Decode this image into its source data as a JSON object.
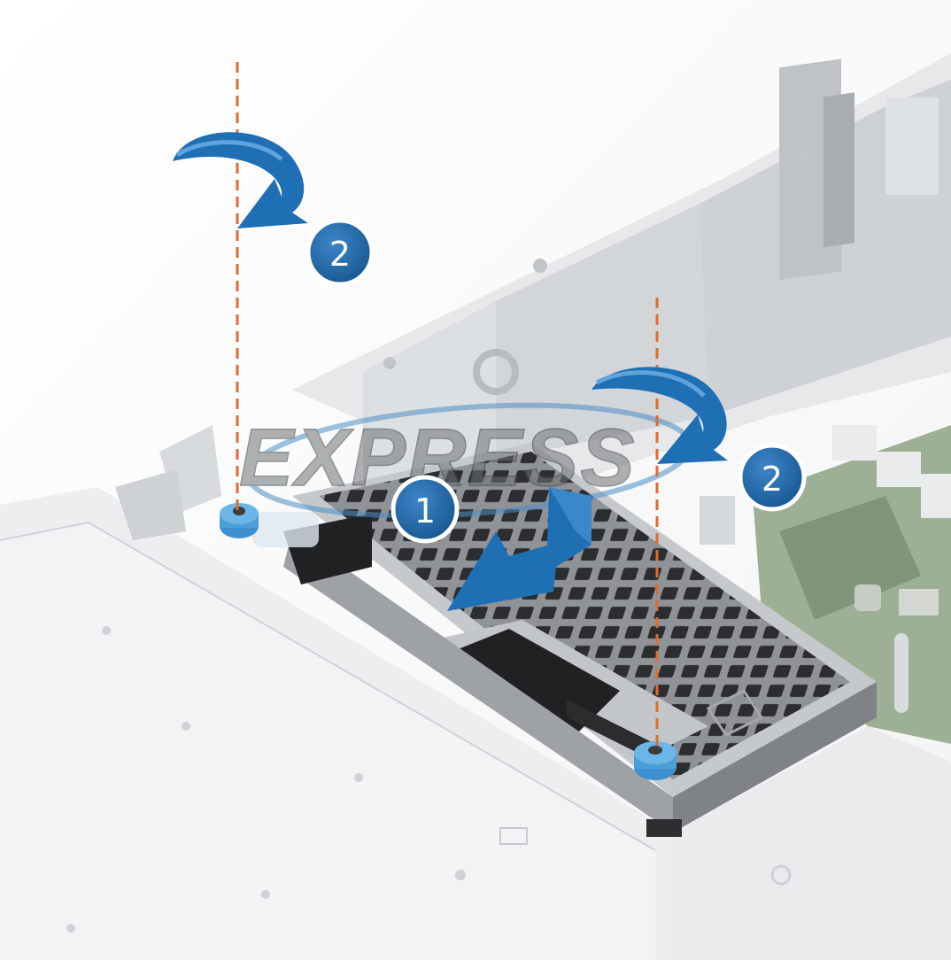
{
  "steps": [
    {
      "id": "step-1",
      "label": "1",
      "action": "slide"
    },
    {
      "id": "step-2-left",
      "label": "2",
      "action": "rotate-clockwise"
    },
    {
      "id": "step-2-right",
      "label": "2",
      "action": "rotate-clockwise"
    }
  ],
  "watermark": {
    "text": "EXPRESS"
  },
  "colors": {
    "arrow_blue": "#1f6fb5",
    "badge_blue": "#1d63a8",
    "guide_line": "#e26a2c",
    "thumbscrew": "#4a9fd8",
    "chassis_light": "#eceeef",
    "chassis_mid": "#d4d7da",
    "tray_metal": "#b8bcc0",
    "mesh_dark": "#2b2d2f",
    "board_green": "#6f8a6a"
  },
  "icons": [
    "rotate-clockwise-arrow-icon",
    "slide-arrow-icon",
    "thumbscrew-icon",
    "step-badge-icon"
  ]
}
